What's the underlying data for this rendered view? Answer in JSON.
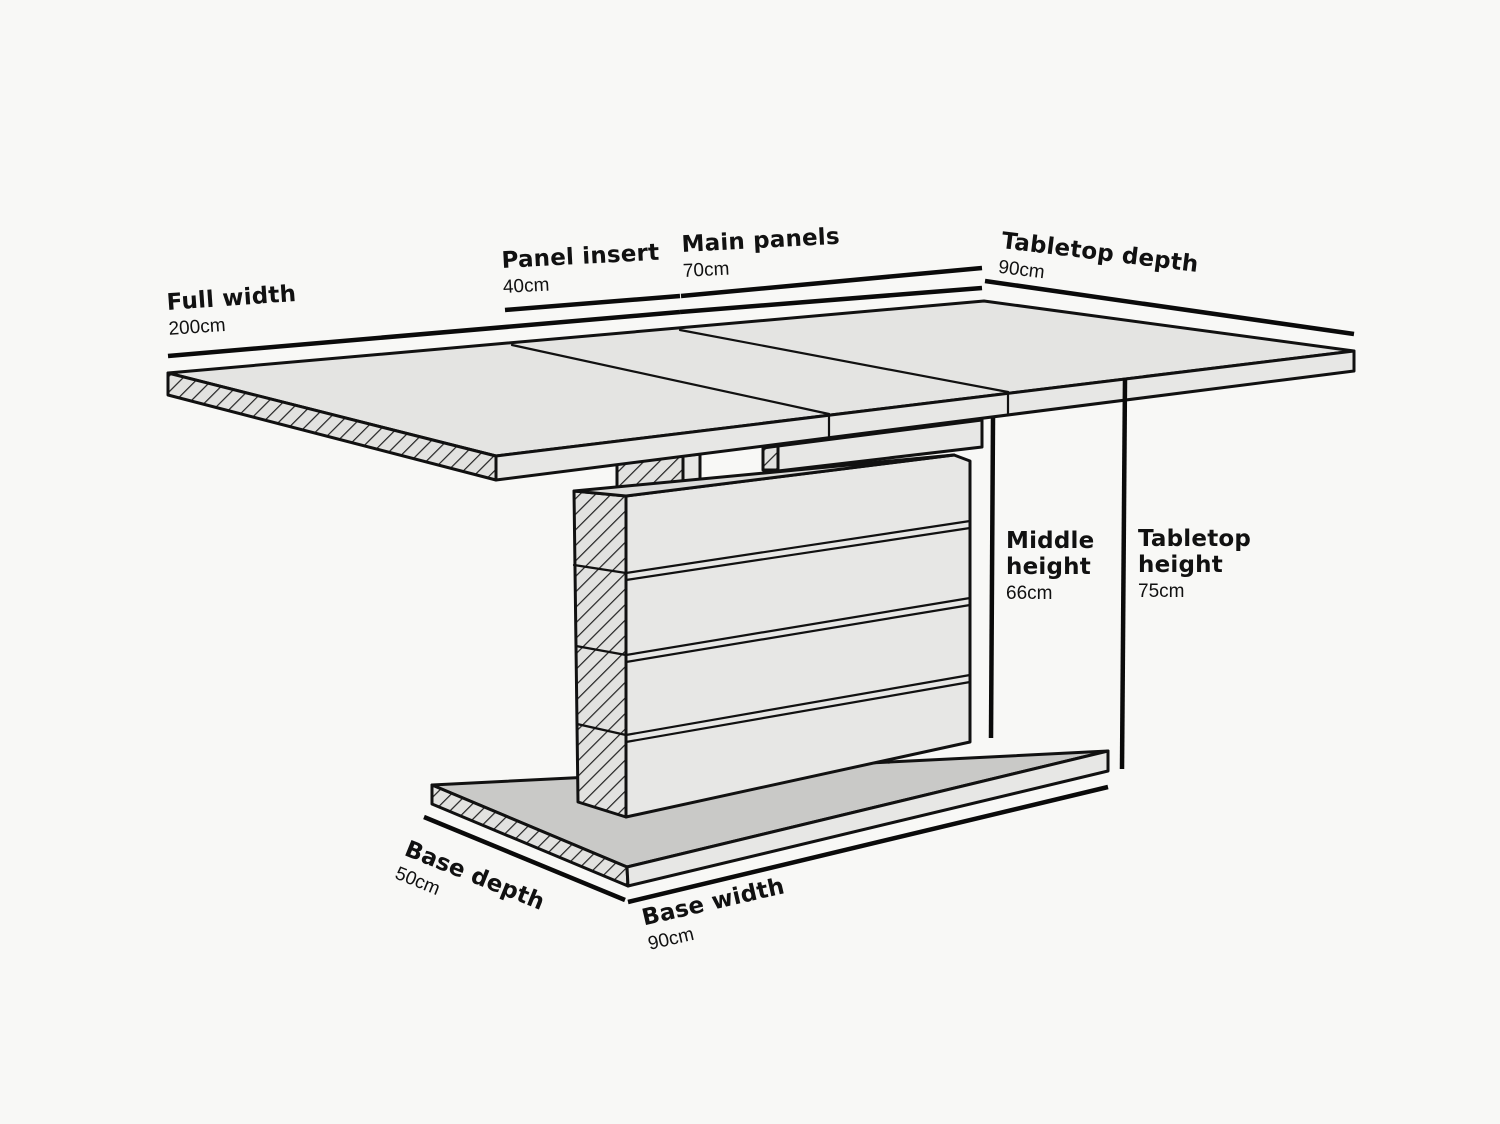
{
  "labels": {
    "full_width": {
      "name": "Full width",
      "value": "200cm"
    },
    "panel_insert": {
      "name": "Panel insert",
      "value": "40cm"
    },
    "main_panels": {
      "name": "Main panels",
      "value": "70cm"
    },
    "tabletop_depth": {
      "name": "Tabletop depth",
      "value": "90cm"
    },
    "middle_height": {
      "name_line1": "Middle",
      "name_line2": "height",
      "value": "66cm"
    },
    "tabletop_height": {
      "name_line1": "Tabletop",
      "name_line2": "height",
      "value": "75cm"
    },
    "base_depth": {
      "name": "Base depth",
      "value": "50cm"
    },
    "base_width": {
      "name": "Base width",
      "value": "90cm"
    }
  },
  "colors": {
    "ink": "#111111",
    "background": "#f8f8f6",
    "tabletop": "#e4e4e2",
    "base_plate": "#c9c9c7"
  }
}
